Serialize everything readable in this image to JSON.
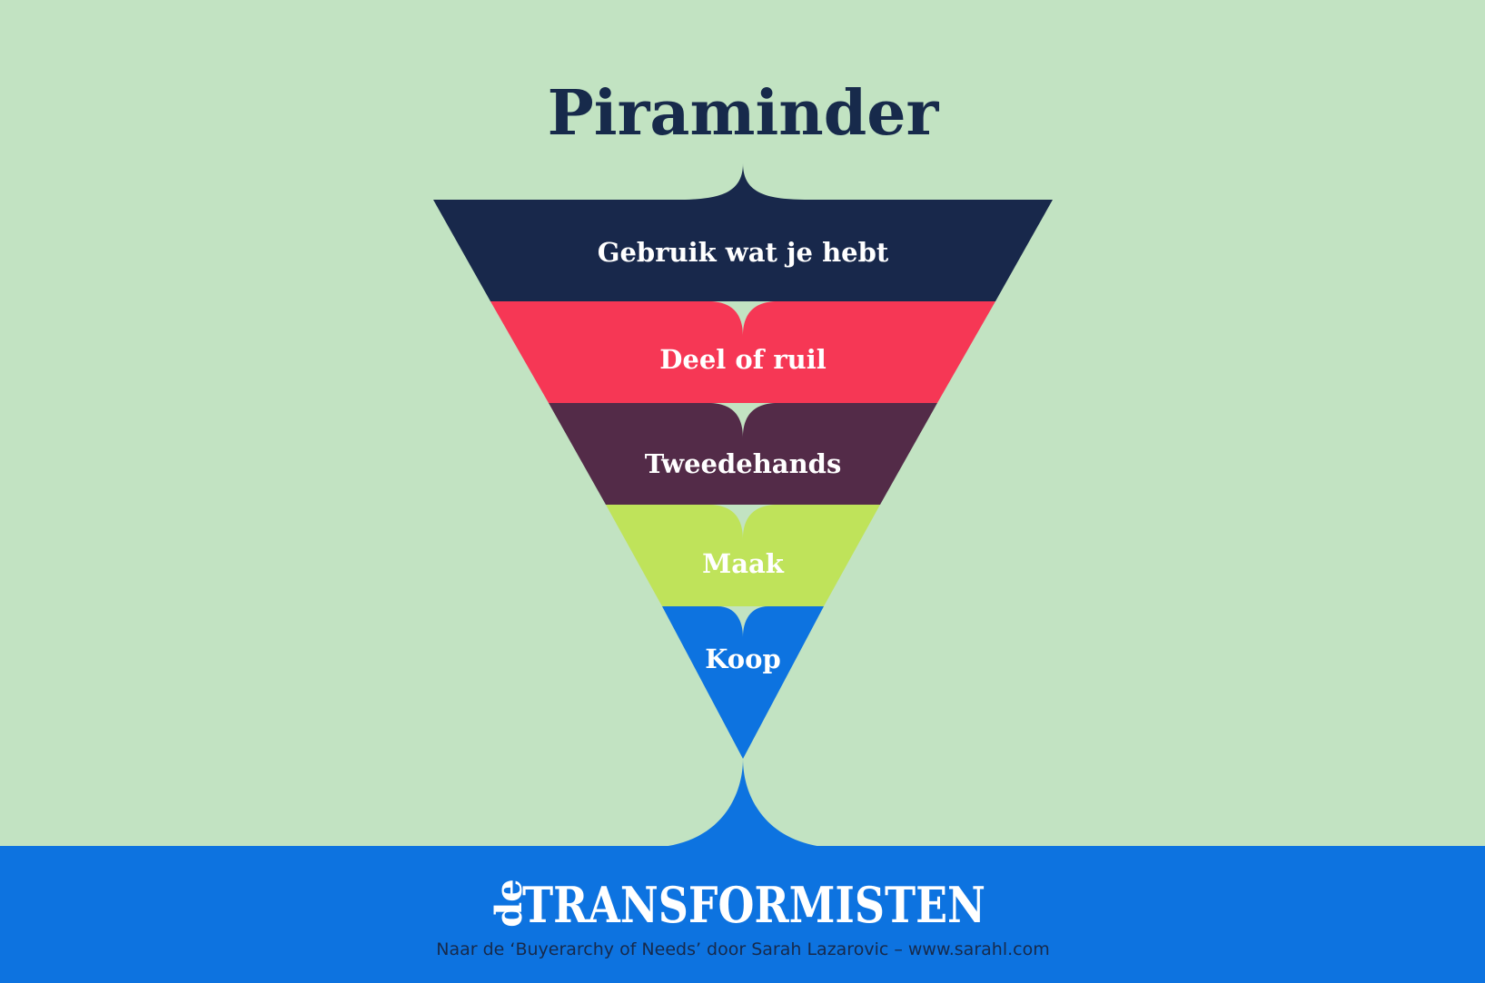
{
  "title": "Piraminder",
  "layers": [
    {
      "label": "Gebruik wat je hebt",
      "color": "#18284b"
    },
    {
      "label": "Deel of ruil",
      "color": "#f63755"
    },
    {
      "label": "Tweedehands",
      "color": "#532b48"
    },
    {
      "label": "Maak",
      "color": "#bfe35a"
    },
    {
      "label": "Koop",
      "color": "#0d73e0"
    }
  ],
  "footer": {
    "brand_prefix": "de",
    "brand_name": "TRANSFORMISTEN",
    "credit": "Naar de ‘Buyerarchy of Needs’ door Sarah Lazarovic – www.sarahl.com",
    "background_color": "#0d73e0"
  },
  "background_color": "#c2e3c2"
}
